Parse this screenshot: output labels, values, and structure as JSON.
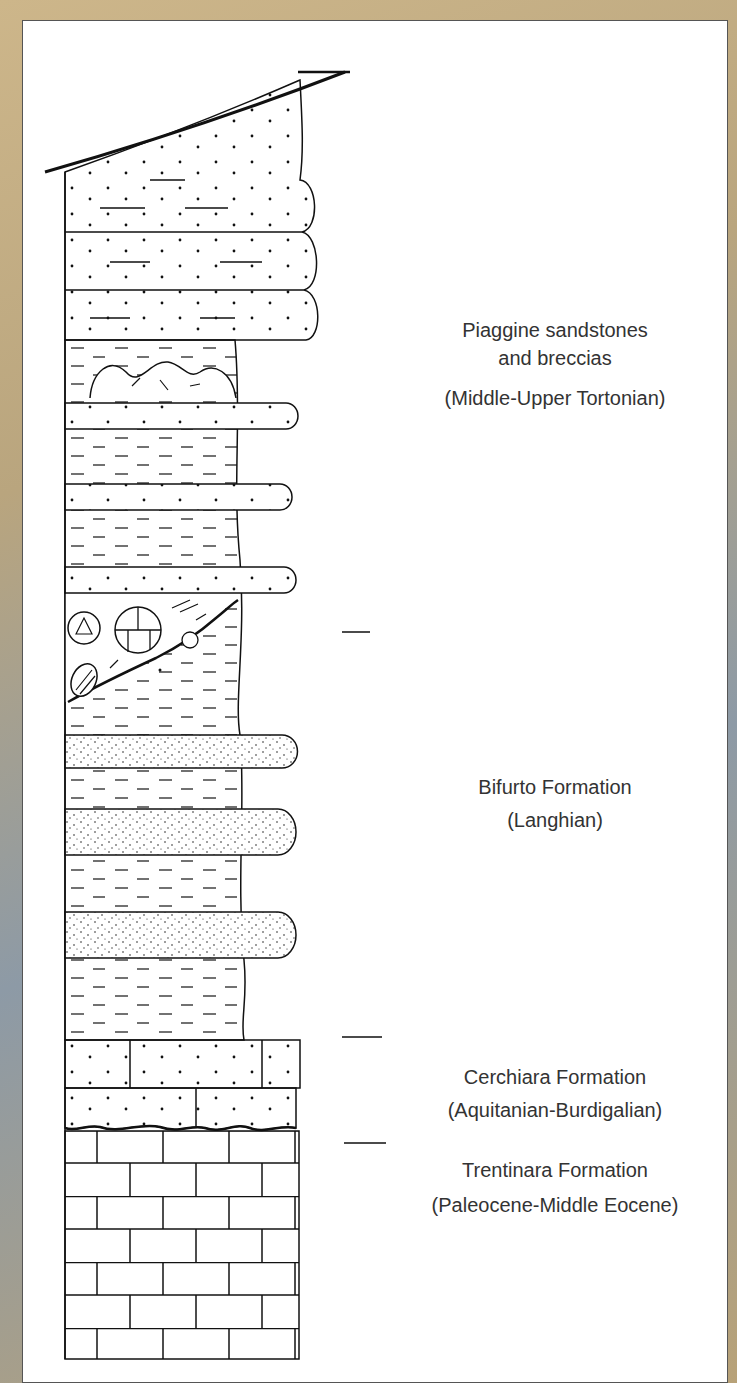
{
  "diagram": {
    "labels": [
      "Piaggine sandstones and breccias",
      "(Middle-Upper Tortonian)",
      "Bifurto Formation",
      "(Langhian)",
      "Cerchiara Formation",
      "(Aquitanian-Burdigalian)",
      "Trentinara Formation",
      "(Paleocene-Middle Eocene)"
    ]
  }
}
